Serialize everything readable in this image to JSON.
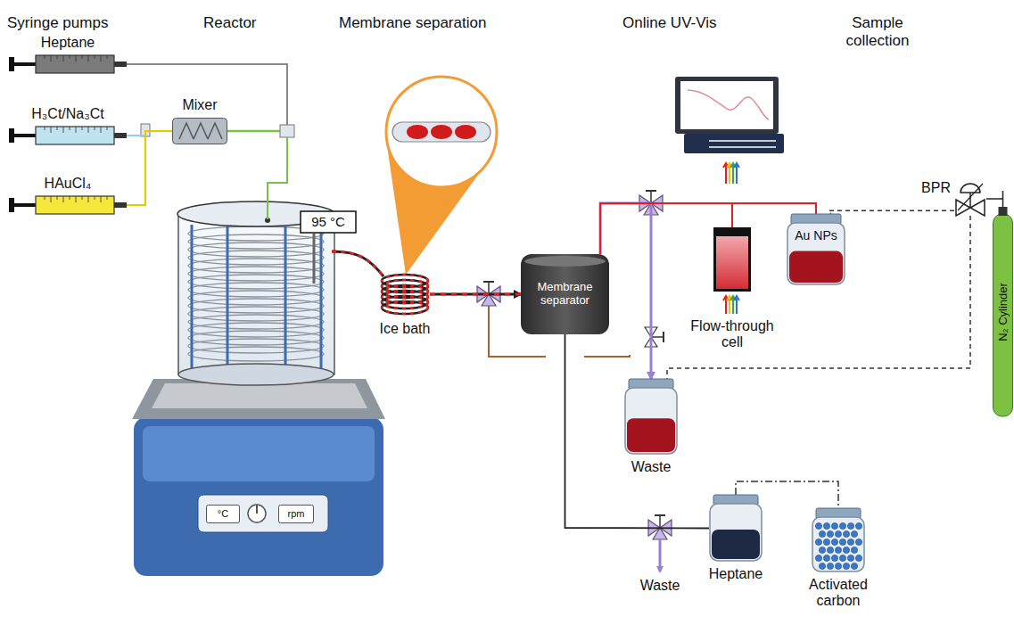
{
  "diagram": {
    "nodes": [
      {
        "text": [
          "Heptane"
        ]
      },
      {
        "text": [
          "H₃Ct/Na₃Ct"
        ]
      },
      {
        "text": [
          "HAuCl₄"
        ]
      },
      {
        "text": [
          "Mixer"
        ]
      },
      {
        "text": [
          "95 °C"
        ]
      },
      {
        "text": [
          "°C"
        ]
      },
      {
        "text": [
          "rpm"
        ]
      },
      {
        "text": [
          "Ice bath"
        ]
      },
      {
        "text": [
          "Membrane separator"
        ]
      },
      {
        "text": [
          "Flow-through cell"
        ]
      },
      {
        "text": [
          "Au NPs"
        ]
      },
      {
        "text": [
          "Waste"
        ]
      },
      {
        "text": [
          "Heptane"
        ]
      },
      {
        "text": [
          "Activated carbon"
        ]
      },
      {
        "text": [
          "BPR"
        ]
      },
      {
        "text": [
          "N₂ Cylinder"
        ]
      }
    ],
    "edges": [
      {
        "from": 1,
        "to": 3,
        "arrow": "none"
      },
      {
        "from": 2,
        "to": 3,
        "arrow": "none"
      },
      {
        "from": 7,
        "to": 8,
        "arrow": "to"
      },
      {
        "from": 8,
        "to": 11,
        "arrow": "to"
      },
      {
        "from": 8,
        "to": 9,
        "arrow": "none"
      },
      {
        "from": 9,
        "to": 10,
        "arrow": "none"
      },
      {
        "from": 8,
        "to": 12,
        "arrow": "none"
      },
      {
        "from": 12,
        "to": 13,
        "arrow": "none"
      },
      {
        "from": 15,
        "to": 14,
        "arrow": "none"
      },
      {
        "from": 14,
        "to": 10,
        "arrow": "none"
      },
      {
        "from": 14,
        "to": 11,
        "arrow": "none"
      }
    ],
    "labels": [
      "Syringe pumps",
      "Reactor",
      "Membrane separation",
      "Online UV-Vis",
      "Sample collection",
      "Waste"
    ]
  }
}
